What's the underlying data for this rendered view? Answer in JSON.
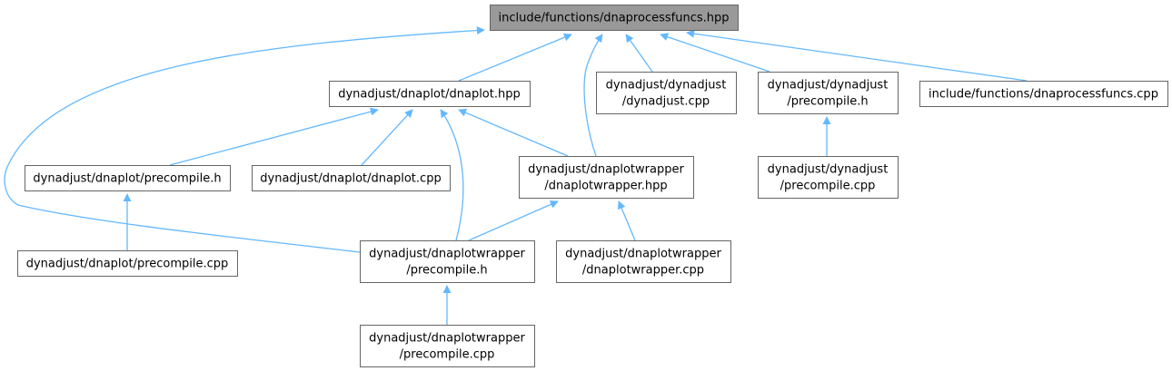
{
  "diagram": {
    "colors": {
      "edge": "#63b8ff",
      "root_fill": "#999999",
      "node_border": "#666666"
    },
    "nodes": [
      {
        "id": "root",
        "lines": [
          "include/functions/dnaprocessfuncs.hpp"
        ]
      },
      {
        "id": "dnaplot-hpp",
        "lines": [
          "dynadjust/dnaplot/dnaplot.hpp"
        ]
      },
      {
        "id": "dynadjust-cpp",
        "lines": [
          "dynadjust/dynadjust",
          "/dynadjust.cpp"
        ]
      },
      {
        "id": "dynadjust-precompile-h",
        "lines": [
          "dynadjust/dynadjust",
          "/precompile.h"
        ]
      },
      {
        "id": "dnaprocessfuncs-cpp",
        "lines": [
          "include/functions/dnaprocessfuncs.cpp"
        ]
      },
      {
        "id": "dnaplot-precompile-h",
        "lines": [
          "dynadjust/dnaplot/precompile.h"
        ]
      },
      {
        "id": "dnaplot-cpp",
        "lines": [
          "dynadjust/dnaplot/dnaplot.cpp"
        ]
      },
      {
        "id": "dnaplotwrapper-hpp",
        "lines": [
          "dynadjust/dnaplotwrapper",
          "/dnaplotwrapper.hpp"
        ]
      },
      {
        "id": "dynadjust-precompile-cpp",
        "lines": [
          "dynadjust/dynadjust",
          "/precompile.cpp"
        ]
      },
      {
        "id": "dnaplot-precompile-cpp",
        "lines": [
          "dynadjust/dnaplot/precompile.cpp"
        ]
      },
      {
        "id": "dnaplotwrapper-precompile-h",
        "lines": [
          "dynadjust/dnaplotwrapper",
          "/precompile.h"
        ]
      },
      {
        "id": "dnaplotwrapper-cpp",
        "lines": [
          "dynadjust/dnaplotwrapper",
          "/dnaplotwrapper.cpp"
        ]
      },
      {
        "id": "dnaplotwrapper-precompile-cpp",
        "lines": [
          "dynadjust/dnaplotwrapper",
          "/precompile.cpp"
        ]
      }
    ],
    "edges": [
      {
        "from": "dnaplot-hpp",
        "to": "root"
      },
      {
        "from": "dnaplotwrapper-precompile-h",
        "to": "root"
      },
      {
        "from": "dnaplotwrapper-hpp",
        "to": "root"
      },
      {
        "from": "dynadjust-cpp",
        "to": "root"
      },
      {
        "from": "dynadjust-precompile-h",
        "to": "root"
      },
      {
        "from": "dnaprocessfuncs-cpp",
        "to": "root"
      },
      {
        "from": "dnaplot-precompile-h",
        "to": "dnaplot-hpp"
      },
      {
        "from": "dnaplot-cpp",
        "to": "dnaplot-hpp"
      },
      {
        "from": "dnaplotwrapper-precompile-h",
        "to": "dnaplot-hpp"
      },
      {
        "from": "dnaplotwrapper-hpp",
        "to": "dnaplot-hpp"
      },
      {
        "from": "dnaplot-precompile-cpp",
        "to": "dnaplot-precompile-h"
      },
      {
        "from": "dnaplotwrapper-precompile-h",
        "to": "dnaplotwrapper-hpp"
      },
      {
        "from": "dnaplotwrapper-cpp",
        "to": "dnaplotwrapper-hpp"
      },
      {
        "from": "dnaplotwrapper-precompile-cpp",
        "to": "dnaplotwrapper-precompile-h"
      },
      {
        "from": "dynadjust-precompile-cpp",
        "to": "dynadjust-precompile-h"
      }
    ]
  }
}
